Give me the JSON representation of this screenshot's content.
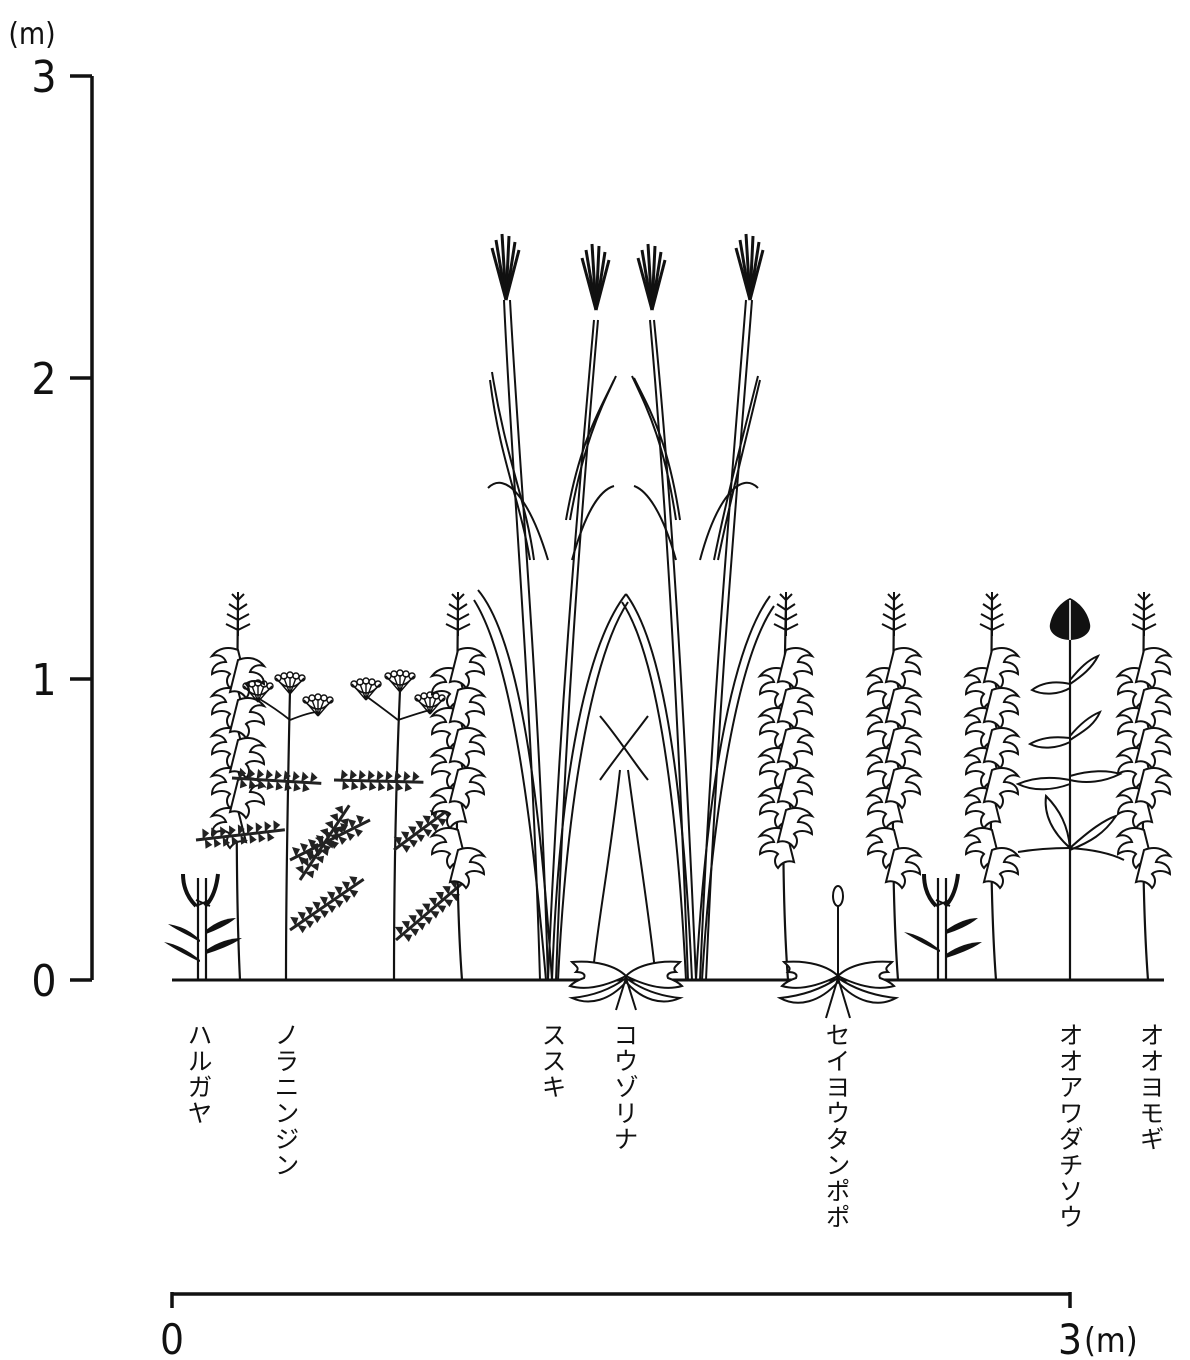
{
  "y_axis": {
    "unit": "(m)",
    "ticks": [
      "3",
      "2",
      "1",
      "0"
    ]
  },
  "x_scale": {
    "start": "0",
    "end": "3",
    "unit": "(m)"
  },
  "species": [
    {
      "name": "ハルガヤ"
    },
    {
      "name": "ノラニンジン"
    },
    {
      "name": "ススキ"
    },
    {
      "name": "コウゾリナ"
    },
    {
      "name": "セイヨウタンポポ"
    },
    {
      "name": "オオアワダチソウ"
    },
    {
      "name": "オオヨモギ"
    }
  ]
}
